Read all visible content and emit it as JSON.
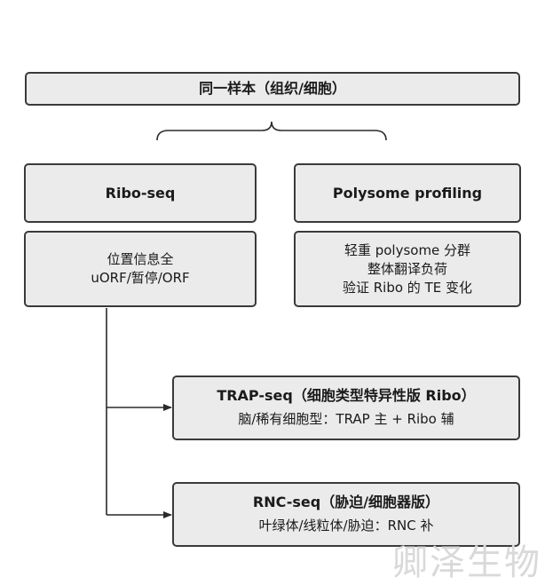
{
  "sample": {
    "title": "同一样本（组织/细胞）"
  },
  "ribo": {
    "title": "Ribo-seq",
    "lines": [
      "位置信息全",
      "uORF/暂停/ORF"
    ]
  },
  "polysome": {
    "title": "Polysome profiling",
    "lines": [
      "轻重 polysome 分群",
      "整体翻译负荷",
      "验证 Ribo 的 TE 变化"
    ]
  },
  "trap": {
    "title": "TRAP-seq（细胞类型特异性版 Ribo）",
    "line": "脑/稀有细胞型：TRAP 主 + Ribo 辅"
  },
  "rnc": {
    "title": "RNC-seq（胁迫/细胞器版）",
    "line": "叶绿体/线粒体/胁迫：RNC 补"
  },
  "watermark": "卿泽生物"
}
